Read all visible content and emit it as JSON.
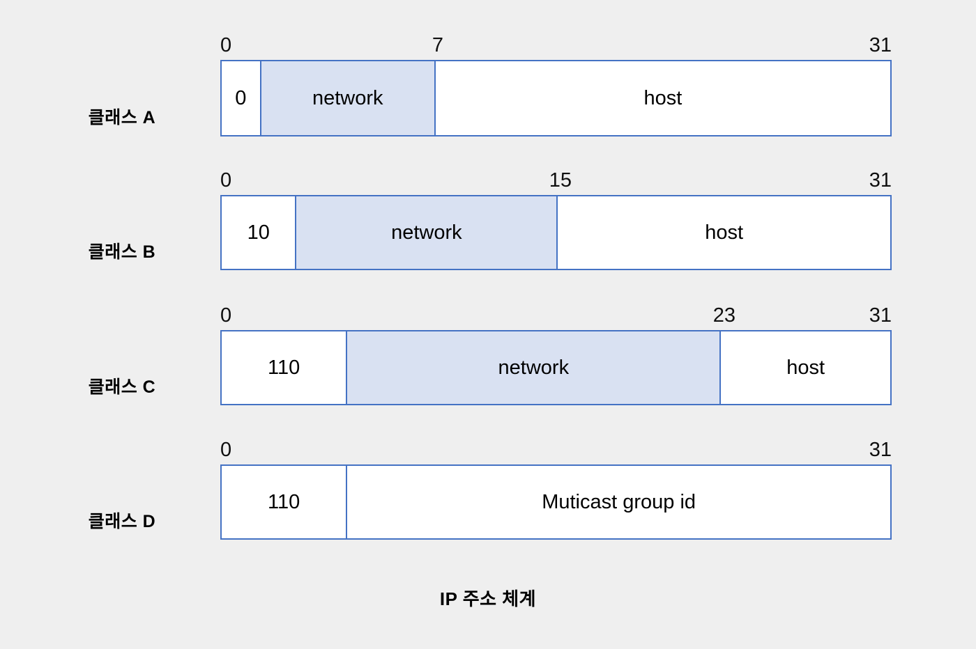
{
  "diagram": {
    "caption": "IP 주소 체계",
    "background_color": "#efefef",
    "border_color": "#4472c4",
    "shaded_fill_color": "#d9e1f2",
    "plain_fill_color": "#ffffff",
    "rows": [
      {
        "label": "클래스 A",
        "ticks": [
          {
            "value": "0",
            "align": "left",
            "pos_pct": 0
          },
          {
            "value": "7",
            "align": "right",
            "pos_pct": 32.0
          },
          {
            "value": "31",
            "align": "right",
            "pos_pct": 100
          }
        ],
        "cells": [
          {
            "text": "0",
            "width_pct": 5.9,
            "shaded": false
          },
          {
            "text": "network",
            "width_pct": 26.1,
            "shaded": true
          },
          {
            "text": "host",
            "width_pct": 68.0,
            "shaded": false
          }
        ]
      },
      {
        "label": "클래스 B",
        "ticks": [
          {
            "value": "0",
            "align": "left",
            "pos_pct": 0
          },
          {
            "value": "15",
            "align": "right",
            "pos_pct": 52.3
          },
          {
            "value": "31",
            "align": "right",
            "pos_pct": 100
          }
        ],
        "cells": [
          {
            "text": "10",
            "width_pct": 11.2,
            "shaded": false
          },
          {
            "text": "network",
            "width_pct": 39.1,
            "shaded": true
          },
          {
            "text": "host",
            "width_pct": 49.7,
            "shaded": false
          }
        ]
      },
      {
        "label": "클래스 C",
        "ticks": [
          {
            "value": "0",
            "align": "left",
            "pos_pct": 0
          },
          {
            "value": "23",
            "align": "right",
            "pos_pct": 76.7
          },
          {
            "value": "31",
            "align": "right",
            "pos_pct": 100
          }
        ],
        "cells": [
          {
            "text": "110",
            "width_pct": 18.8,
            "shaded": false
          },
          {
            "text": "network",
            "width_pct": 55.9,
            "shaded": true
          },
          {
            "text": "host",
            "width_pct": 25.3,
            "shaded": false
          }
        ]
      },
      {
        "label": "클래스 D",
        "ticks": [
          {
            "value": "0",
            "align": "left",
            "pos_pct": 0
          },
          {
            "value": "31",
            "align": "right",
            "pos_pct": 100
          }
        ],
        "cells": [
          {
            "text": "110",
            "width_pct": 18.8,
            "shaded": false
          },
          {
            "text": "Muticast group id",
            "width_pct": 81.2,
            "shaded": false
          }
        ]
      }
    ]
  }
}
